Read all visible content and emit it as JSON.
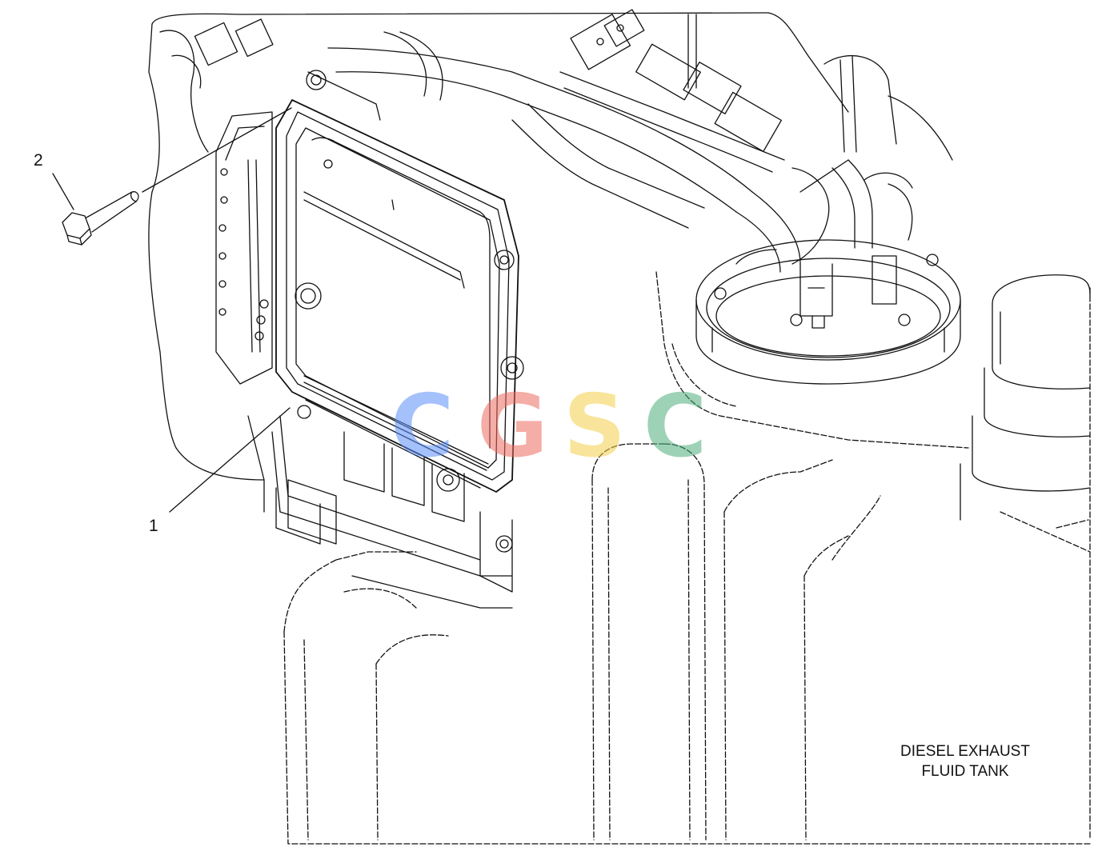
{
  "callouts": [
    {
      "number": "1",
      "target": "control module"
    },
    {
      "number": "2",
      "target": "bolt"
    }
  ],
  "labels": {
    "tank_line1": "DIESEL EXHAUST",
    "tank_line2": "FLUID TANK"
  },
  "watermark": {
    "letters": [
      "C",
      "G",
      "S",
      "C"
    ],
    "colors": [
      "#5b8ff9",
      "#ee6b60",
      "#f5cf4b",
      "#4faf7c"
    ]
  },
  "colors": {
    "line": "#111111",
    "background": "#ffffff"
  }
}
